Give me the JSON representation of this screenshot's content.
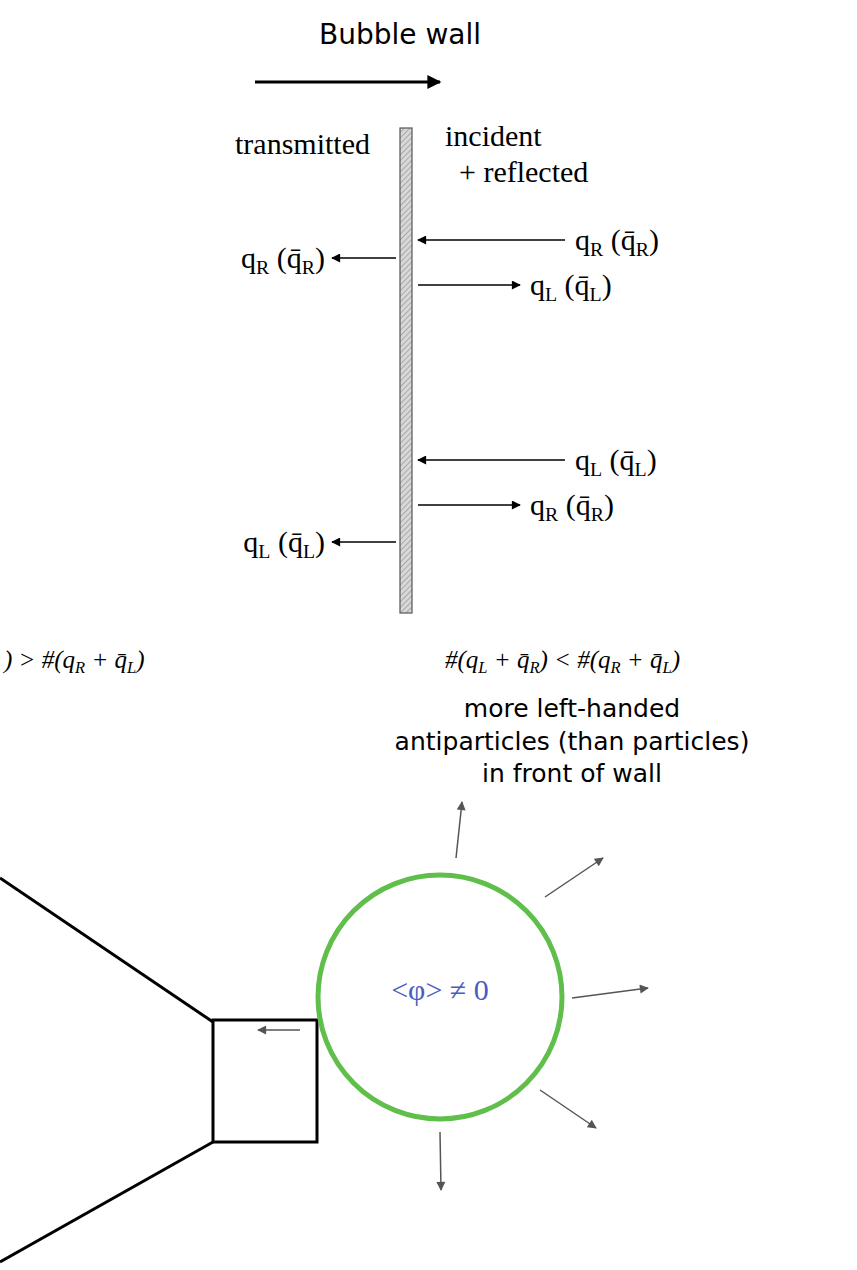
{
  "diagram": {
    "nodes": [
      {
        "text": [
          "<φ> ≠ 0"
        ]
      }
    ],
    "labels": [
      "Bubble wall",
      "transmitted",
      "incident + reflected",
      "qR (q̄R)",
      "qR (q̄R)",
      "qL (q̄L)",
      "qL (q̄L)",
      "qL (q̄L)",
      "qR (q̄R)",
      ") > #(qR + q̄L)",
      "#(qL + q̄R) < #(qR + q̄L)",
      "more left-handed antiparticles (than particles) in front of wall"
    ]
  }
}
